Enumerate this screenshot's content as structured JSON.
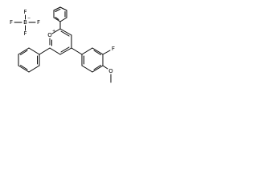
{
  "molecule": {
    "atoms": {
      "boron": "B",
      "boron_charge": "−",
      "fluorine_left": "F",
      "fluorine_top": "F",
      "fluorine_right": "F",
      "fluorine_bottom": "F",
      "pyrylium_oxygen": "O",
      "pyrylium_charge": "+",
      "aryl_fluorine": "F",
      "methoxy_oxygen": "O"
    }
  }
}
